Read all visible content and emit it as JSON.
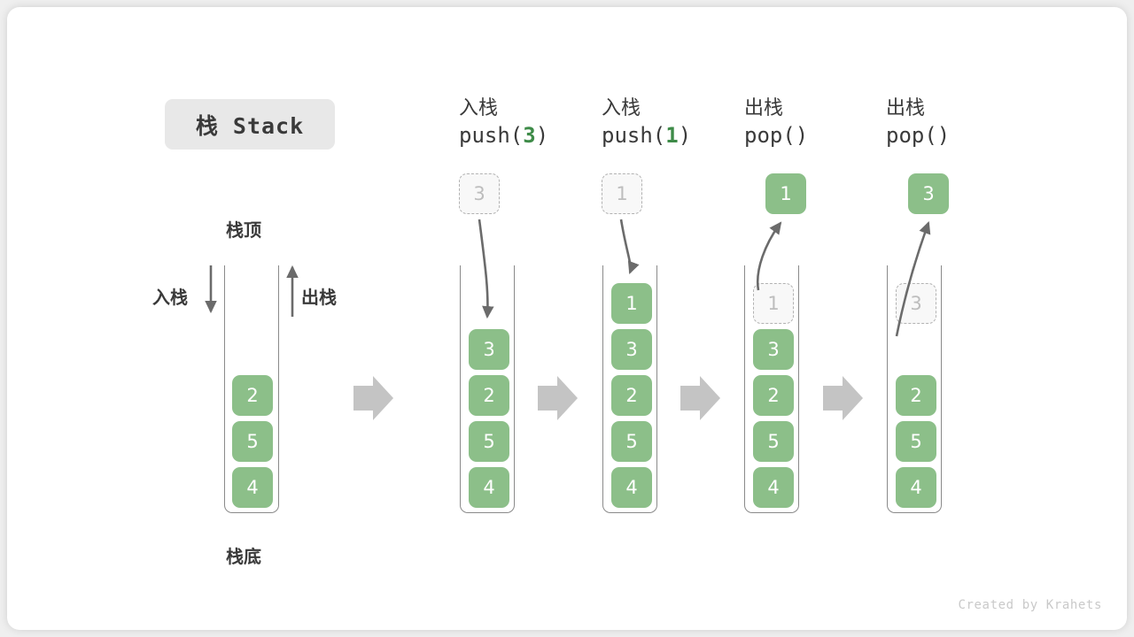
{
  "title_chip": {
    "label": "栈 Stack"
  },
  "credit": {
    "text": "Created by Krahets"
  },
  "colors": {
    "cell_fill": "#8cbf89",
    "cell_text": "#ffffff",
    "ghost_fill": "#f8f8f8",
    "ghost_border": "#b2b2b2",
    "ghost_text": "#bdbdbd",
    "arrow_gray": "#6b6b6b",
    "flow_arrow": "#c4c4c4",
    "chip_bg": "#e8e8e8",
    "accent_green": "#3e8b48",
    "card_bg": "#ffffff",
    "page_bg": "#efefef"
  },
  "initial": {
    "top_label": "栈顶",
    "bottom_label": "栈底",
    "push_label": "入栈",
    "pop_label": "出栈",
    "cells": [
      "2",
      "5",
      "4"
    ]
  },
  "steps": [
    {
      "id": "push-3",
      "head_cn": "入栈",
      "head_op_prefix": "push(",
      "head_op_arg": "3",
      "head_op_suffix": ")",
      "ghost_outside": {
        "value": "3"
      },
      "ghost_inside": null,
      "result_outside": null,
      "cells": [
        "3",
        "2",
        "5",
        "4"
      ],
      "direction": "in"
    },
    {
      "id": "push-1",
      "head_cn": "入栈",
      "head_op_prefix": "push(",
      "head_op_arg": "1",
      "head_op_suffix": ")",
      "ghost_outside": {
        "value": "1"
      },
      "ghost_inside": null,
      "result_outside": null,
      "cells": [
        "1",
        "3",
        "2",
        "5",
        "4"
      ],
      "direction": "in"
    },
    {
      "id": "pop-1",
      "head_cn": "出栈",
      "head_op_prefix": "pop(",
      "head_op_arg": "",
      "head_op_suffix": ")",
      "ghost_outside": null,
      "ghost_inside": {
        "value": "1",
        "slot": 0
      },
      "result_outside": {
        "value": "1"
      },
      "cells": [
        "3",
        "2",
        "5",
        "4"
      ],
      "direction": "out"
    },
    {
      "id": "pop-3",
      "head_cn": "出栈",
      "head_op_prefix": "pop(",
      "head_op_arg": "",
      "head_op_suffix": ")",
      "ghost_outside": null,
      "ghost_inside": {
        "value": "3",
        "slot": 1
      },
      "result_outside": {
        "value": "3"
      },
      "cells": [
        "2",
        "5",
        "4"
      ],
      "direction": "out"
    }
  ]
}
